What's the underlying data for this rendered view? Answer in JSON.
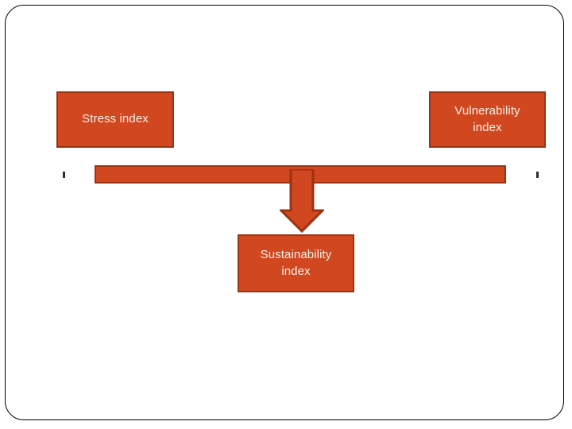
{
  "slide": {
    "background_color": "#FFFFFF",
    "frame": {
      "border_color": "#000000",
      "shape": "rounded-rectangle"
    }
  },
  "theme": {
    "node_fill": "#D14720",
    "node_border": "#9B3312",
    "node_text_color": "#F7F3EA",
    "tick_color": "#3A2B24"
  },
  "diagram": {
    "type": "flow-diagram",
    "description": "Two input indices combine via a horizontal beam and a downward arrow into one output index.",
    "nodes": [
      {
        "id": "stress",
        "label": "Stress index",
        "role": "input"
      },
      {
        "id": "vulnerability",
        "label": "Vulnerability\nindex",
        "role": "input"
      },
      {
        "id": "sustainability",
        "label": "Sustainability\nindex",
        "role": "output"
      }
    ],
    "connectors": [
      {
        "id": "beam",
        "kind": "horizontal-bar",
        "from": [
          "stress",
          "vulnerability"
        ],
        "to": "arrow"
      },
      {
        "id": "arrow",
        "kind": "down-arrow",
        "from": "beam",
        "to": "sustainability"
      }
    ],
    "axis_ticks": [
      {
        "id": "tick-left",
        "side": "left"
      },
      {
        "id": "tick-right",
        "side": "right"
      }
    ]
  }
}
